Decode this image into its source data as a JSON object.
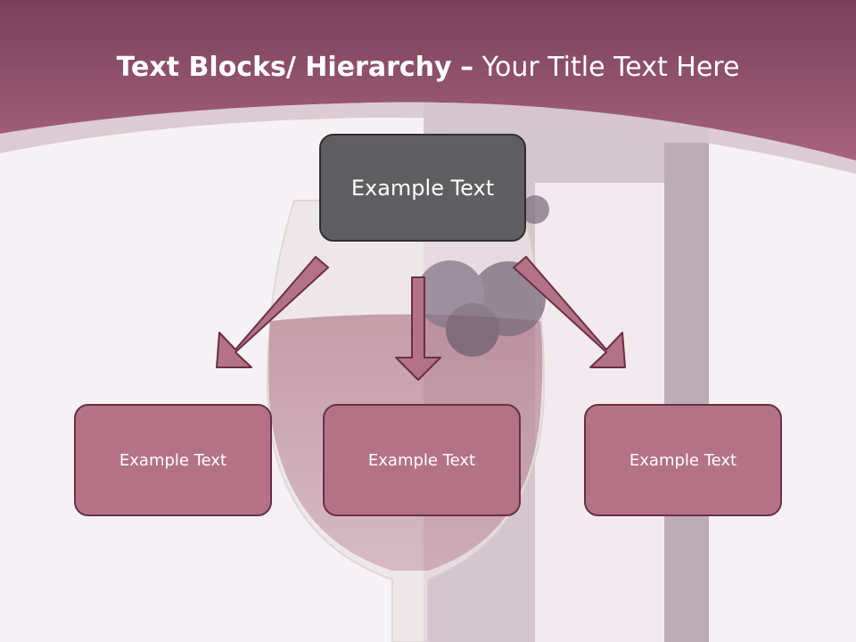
{
  "slide": {
    "title_bold": "Text Blocks/ Hierarchy",
    "title_separator": "–",
    "title_rest": "Your Title Text Here"
  },
  "hierarchy": {
    "top": {
      "label": "Example Text"
    },
    "children": [
      {
        "label": "Example Text"
      },
      {
        "label": "Example Text"
      },
      {
        "label": "Example Text"
      }
    ]
  },
  "colors": {
    "header": "#8a4f66",
    "top_box": "#5f5f61",
    "child_box": "#b47287",
    "child_border": "#6a3047",
    "arrow_fill": "#b47287",
    "arrow_stroke": "#6a3047"
  }
}
